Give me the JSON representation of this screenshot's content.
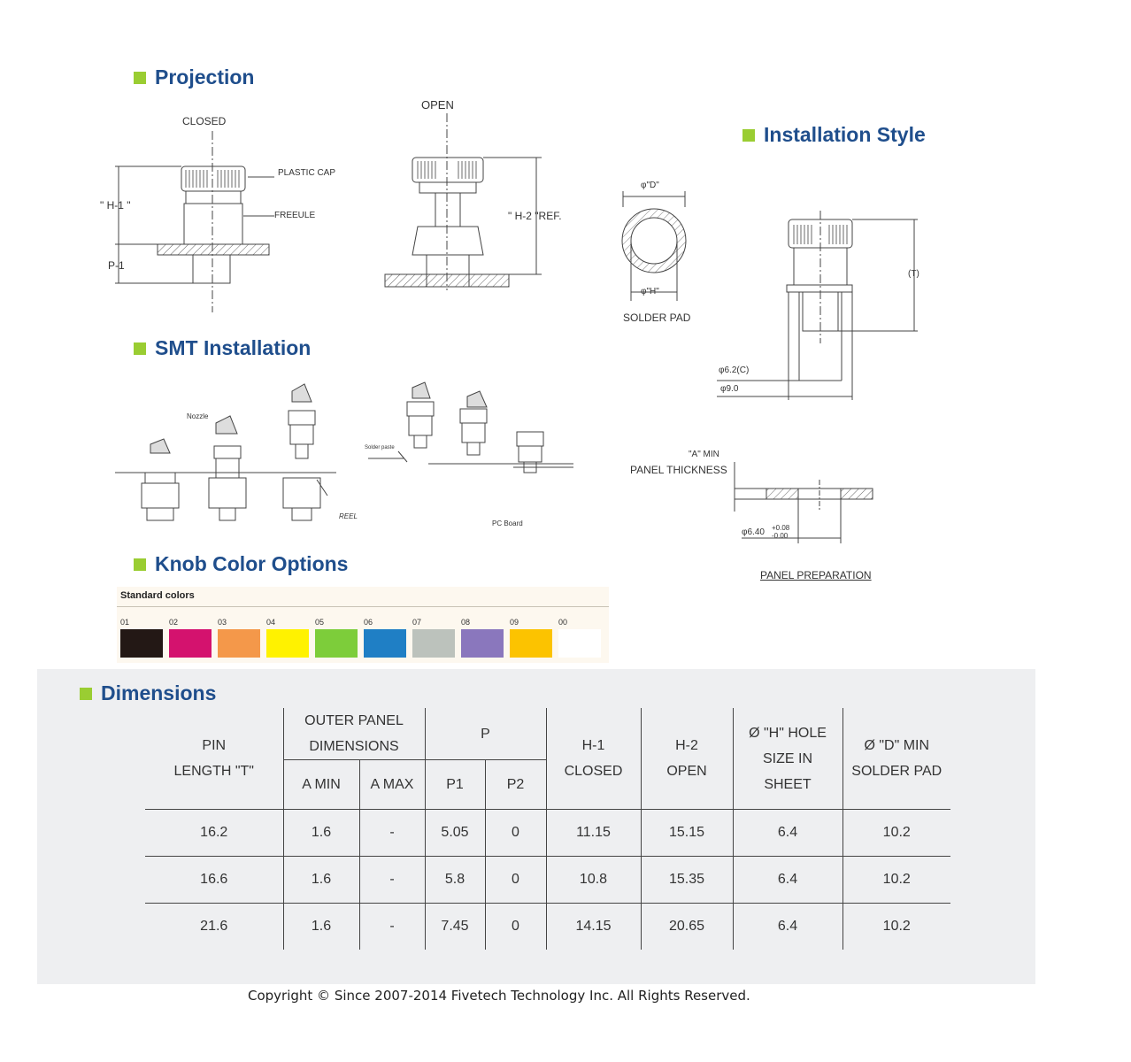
{
  "sections": {
    "projection": "Projection",
    "installation_style": "Installation Style",
    "smt_installation": "SMT Installation",
    "knob_color_options": "Knob Color Options",
    "dimensions": "Dimensions"
  },
  "projection": {
    "closed": "CLOSED",
    "open": "OPEN",
    "plastic_cap": "PLASTIC CAP",
    "ferrule": "FREEULE",
    "h1": "\" H-1 \"",
    "p1": "P-1",
    "h2": "\" H-2 \"REF."
  },
  "install": {
    "d_label": "φ\"D\"",
    "h_label": "φ\"H\"",
    "solder_pad": "SOLDER PAD",
    "t_label": "(T)",
    "d62": "φ6.2(C)",
    "d90": "φ9.0",
    "a_min": "\"A\" MIN",
    "panel_thickness": "PANEL THICKNESS",
    "hole_dia": "φ6.40",
    "tol_plus": "+0.08",
    "tol_minus": "-0.00",
    "panel_prep": "PANEL PREPARATION"
  },
  "smt": {
    "nozzle": "Nozzle",
    "reel": "REEL",
    "solder_paste": "Solder paste",
    "pc_board": "PC Board"
  },
  "knob_colors": {
    "title": "Standard colors",
    "swatches": [
      {
        "code": "01",
        "color": "#231815"
      },
      {
        "code": "02",
        "color": "#d4126e"
      },
      {
        "code": "03",
        "color": "#f4984a"
      },
      {
        "code": "04",
        "color": "#fff200"
      },
      {
        "code": "05",
        "color": "#7dcd3a"
      },
      {
        "code": "06",
        "color": "#1f7fc5"
      },
      {
        "code": "07",
        "color": "#bcc2bc"
      },
      {
        "code": "08",
        "color": "#8a77bd"
      },
      {
        "code": "09",
        "color": "#fcc300"
      },
      {
        "code": "00",
        "color": "#ffffff"
      }
    ]
  },
  "table": {
    "header": {
      "pin_line1": "PIN",
      "pin_line2": "LENGTH \"T\"",
      "outer_line1": "OUTER PANEL",
      "outer_line2": "DIMENSIONS",
      "a_min": "A MIN",
      "a_max": "A MAX",
      "p": "P",
      "p1": "P1",
      "p2": "P2",
      "h1_line1": "H-1",
      "h1_line2": "CLOSED",
      "h2_line1": "H-2",
      "h2_line2": "OPEN",
      "hole_line1": "Ø \"H\" HOLE",
      "hole_line2": "SIZE IN",
      "hole_line3": "SHEET",
      "pad_line1": "Ø \"D\" MIN",
      "pad_line2": "SOLDER PAD"
    },
    "rows": [
      [
        "16.2",
        "1.6",
        "-",
        "5.05",
        "0",
        "11.15",
        "15.15",
        "6.4",
        "10.2"
      ],
      [
        "16.6",
        "1.6",
        "-",
        "5.8",
        "0",
        "10.8",
        "15.35",
        "6.4",
        "10.2"
      ],
      [
        "21.6",
        "1.6",
        "-",
        "7.45",
        "0",
        "14.15",
        "20.65",
        "6.4",
        "10.2"
      ]
    ]
  },
  "footer": {
    "copyright": "Copyright © Since 2007-2014 Fivetech Technology Inc. All Rights Reserved."
  }
}
